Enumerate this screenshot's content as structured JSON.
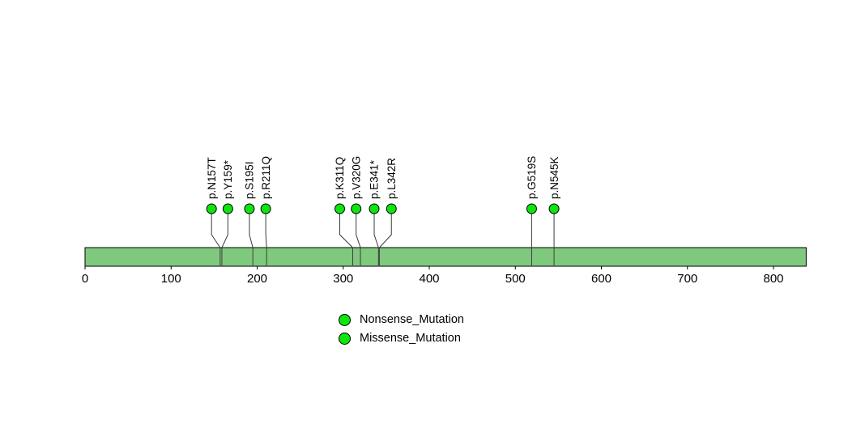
{
  "chart_data": {
    "type": "lollipop",
    "title": "",
    "xlabel": "",
    "ylabel": "",
    "xlim": [
      0,
      838
    ],
    "x_ticks": [
      0,
      100,
      200,
      300,
      400,
      500,
      600,
      700,
      800
    ],
    "protein_length": 838,
    "grid": false,
    "legend_position": "bottom-center",
    "colors": {
      "bar_fill": "#7fc97f",
      "bar_border": "#000000",
      "point_fill": "#0ce60c",
      "point_border": "#000000",
      "stem": "#3c3c3c",
      "text": "#000000"
    },
    "mutations": [
      {
        "label": "p.N157T",
        "pos": 157,
        "display_pos": 147,
        "type": "Missense_Mutation"
      },
      {
        "label": "p.Y159*",
        "pos": 159,
        "display_pos": 166,
        "type": "Nonsense_Mutation"
      },
      {
        "label": "p.S195I",
        "pos": 195,
        "display_pos": 191,
        "type": "Missense_Mutation"
      },
      {
        "label": "p.R211Q",
        "pos": 211,
        "display_pos": 210,
        "type": "Missense_Mutation"
      },
      {
        "label": "p.K311Q",
        "pos": 311,
        "display_pos": 296,
        "type": "Missense_Mutation"
      },
      {
        "label": "p.V320G",
        "pos": 320,
        "display_pos": 315,
        "type": "Missense_Mutation"
      },
      {
        "label": "p.E341*",
        "pos": 341,
        "display_pos": 336,
        "type": "Nonsense_Mutation"
      },
      {
        "label": "p.L342R",
        "pos": 342,
        "display_pos": 356,
        "type": "Missense_Mutation"
      },
      {
        "label": "p.G519S",
        "pos": 519,
        "display_pos": 519,
        "type": "Missense_Mutation"
      },
      {
        "label": "p.N545K",
        "pos": 545,
        "display_pos": 545,
        "type": "Missense_Mutation"
      }
    ],
    "legend": [
      {
        "label": "Nonsense_Mutation",
        "color": "#0ce60c"
      },
      {
        "label": "Missense_Mutation",
        "color": "#0ce60c"
      }
    ]
  }
}
